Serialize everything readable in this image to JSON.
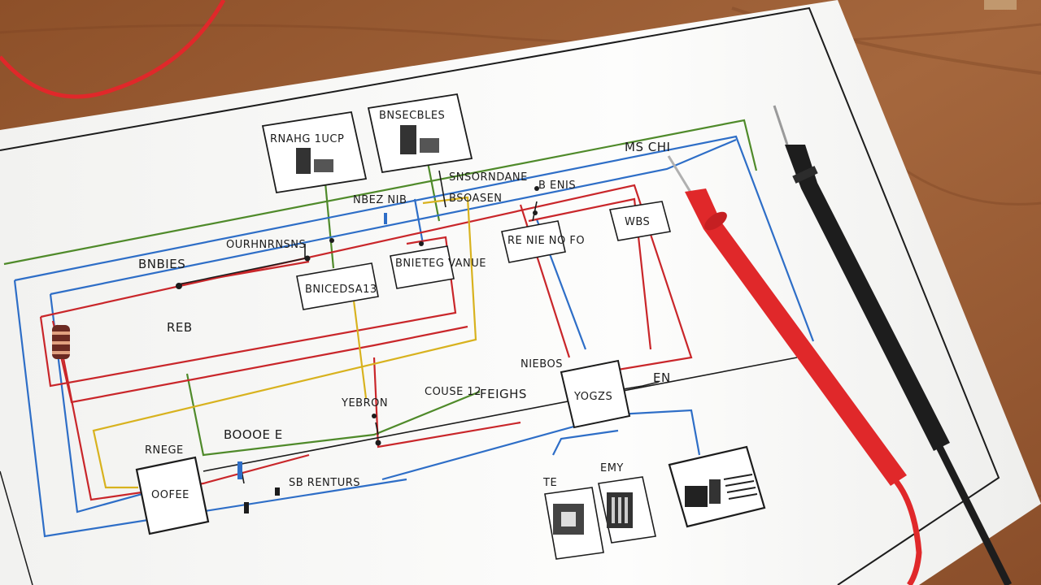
{
  "labels": {
    "top_box_1": "RNAHG 1UCP",
    "top_box_2": "BNSECBLES",
    "bottom_left_box": "OOFEE",
    "center_box_1": "BNICEDSA13",
    "center_box_2": "BNIETEG VANUE",
    "center_right_box": "RE NIE NO FO",
    "right_box_1": "WBS",
    "right_box_2": "YOGZS",
    "t1": "MS CHI",
    "t2": "SNSORNDANE",
    "t3": "B ENIS",
    "t4": "NBEZ NIB",
    "t5": "BSOASEN",
    "t6": "BNBIES",
    "t7": "OURHNRNSNS",
    "t8": "REB",
    "t9": "NIEBOS",
    "t10": "EN",
    "t11": "COUSE 12",
    "t12": "FEIGHS",
    "t13": "YEBRON",
    "t14": "BOOOE E",
    "t15": "RNEGE",
    "t16": "SB RENTURS",
    "t17": "EMY",
    "t18": "TE"
  },
  "colors": {
    "wood": "#9a5a33",
    "paper": "#fbfbfa",
    "wire_red": "#c9262a",
    "wire_blue": "#2e6ec7",
    "wire_green": "#4f8a2a",
    "wire_yellow": "#d8b21e",
    "probe_red": "#e0282a",
    "probe_black": "#1d1d1d"
  }
}
